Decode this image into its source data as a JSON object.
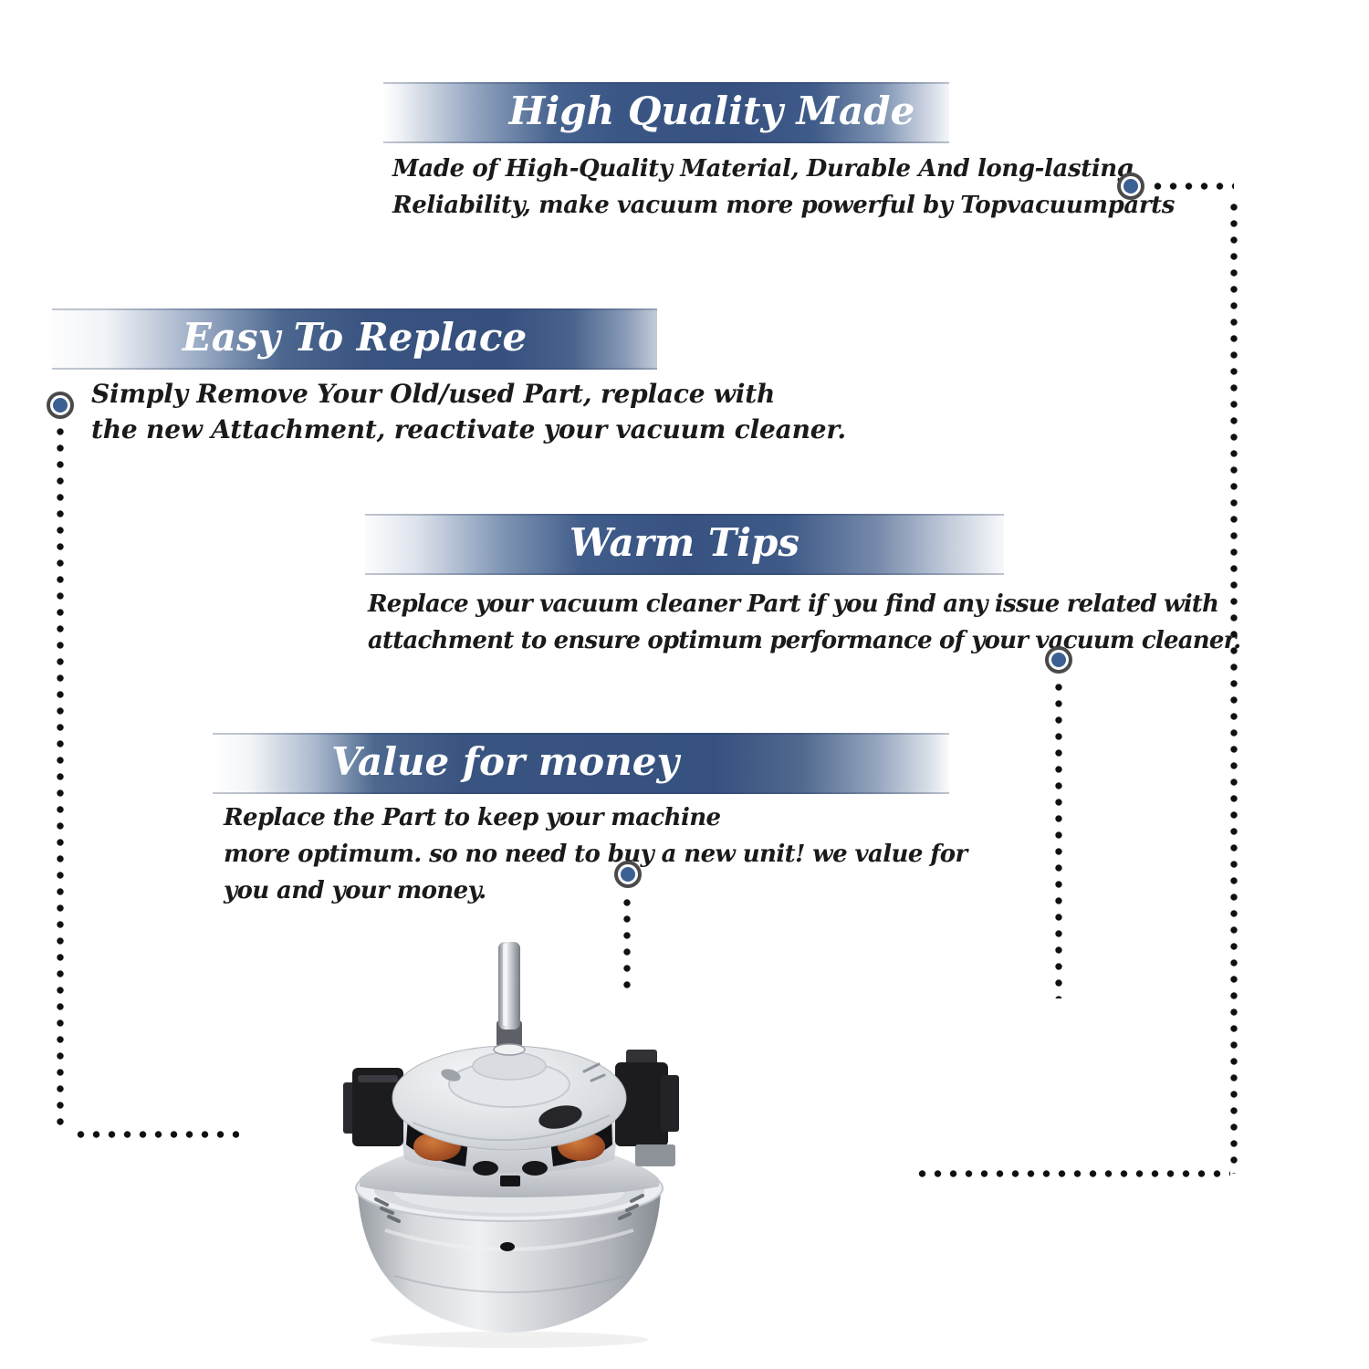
{
  "colors": {
    "banner_blue": "#375282",
    "marker_ring": "#4a4a4a",
    "marker_fill": "#3c5f94",
    "connector_dot": "#101010",
    "body_text": "#1a1a1a"
  },
  "sections": [
    {
      "title": "High Quality Made",
      "lines": [
        "Made of High-Quality Material, Durable And long-lasting",
        "Reliability, make vacuum more powerful by Topvacuumparts"
      ]
    },
    {
      "title": "Easy To Replace",
      "lines": [
        "Simply Remove Your Old/used Part, replace with",
        "the new Attachment, reactivate your vacuum cleaner."
      ]
    },
    {
      "title": "Warm Tips",
      "lines": [
        "Replace your vacuum cleaner Part if you find any issue related with",
        "attachment to ensure optimum performance of your vacuum cleaner."
      ]
    },
    {
      "title": "Value for money",
      "lines": [
        "Replace the Part to keep your machine",
        "more optimum. so no need to buy a new unit! we value for",
        "you and your money."
      ]
    }
  ],
  "figure": {
    "name": "vacuum-cleaner-motor-photo"
  }
}
